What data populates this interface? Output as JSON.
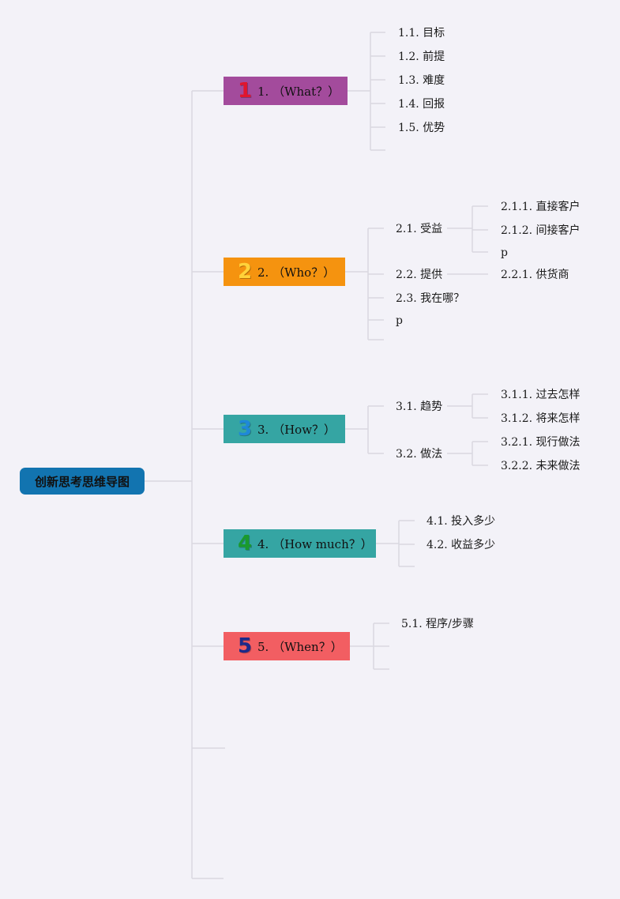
{
  "root": {
    "label": "创新思考思维导图"
  },
  "branches": [
    {
      "icon": "1",
      "icon_color": "#e0152e",
      "bg": "#a34b9c",
      "label": "1. （What？）",
      "children": [
        {
          "label": "1.1. 目标"
        },
        {
          "label": "1.2. 前提"
        },
        {
          "label": "1.3. 难度"
        },
        {
          "label": "1.4. 回报"
        },
        {
          "label": "1.5. 优势"
        }
      ]
    },
    {
      "icon": "2",
      "icon_color": "#ffd23a",
      "bg": "#f5930f",
      "label": "2. （Who？）",
      "children": [
        {
          "label": "2.1. 受益",
          "children": [
            {
              "label": "2.1.1. 直接客户"
            },
            {
              "label": "2.1.2. 间接客户"
            },
            {
              "label": "p"
            }
          ]
        },
        {
          "label": "2.2. 提供",
          "children": [
            {
              "label": "2.2.1. 供货商"
            }
          ]
        },
        {
          "label": "2.3. 我在哪？"
        },
        {
          "label": "p"
        }
      ]
    },
    {
      "icon": "3",
      "icon_color": "#1f88d8",
      "bg": "#35a5a3",
      "label": "3. （How？）",
      "children": [
        {
          "label": "3.1. 趋势",
          "children": [
            {
              "label": "3.1.1. 过去怎样"
            },
            {
              "label": "3.1.2. 将来怎样"
            }
          ]
        },
        {
          "label": "3.2. 做法",
          "children": [
            {
              "label": "3.2.1. 现行做法"
            },
            {
              "label": "3.2.2. 未来做法"
            }
          ]
        }
      ]
    },
    {
      "icon": "4",
      "icon_color": "#1a9a2e",
      "bg": "#35a5a3",
      "label": "4. （How much？）",
      "children": [
        {
          "label": "4.1. 投入多少"
        },
        {
          "label": "4.2. 收益多少"
        }
      ]
    },
    {
      "icon": "5",
      "icon_color": "#1c2a8a",
      "bg": "#f25e62",
      "label": "5. （When？）",
      "children": [
        {
          "label": "5.1. 程序/步骤"
        }
      ]
    }
  ]
}
